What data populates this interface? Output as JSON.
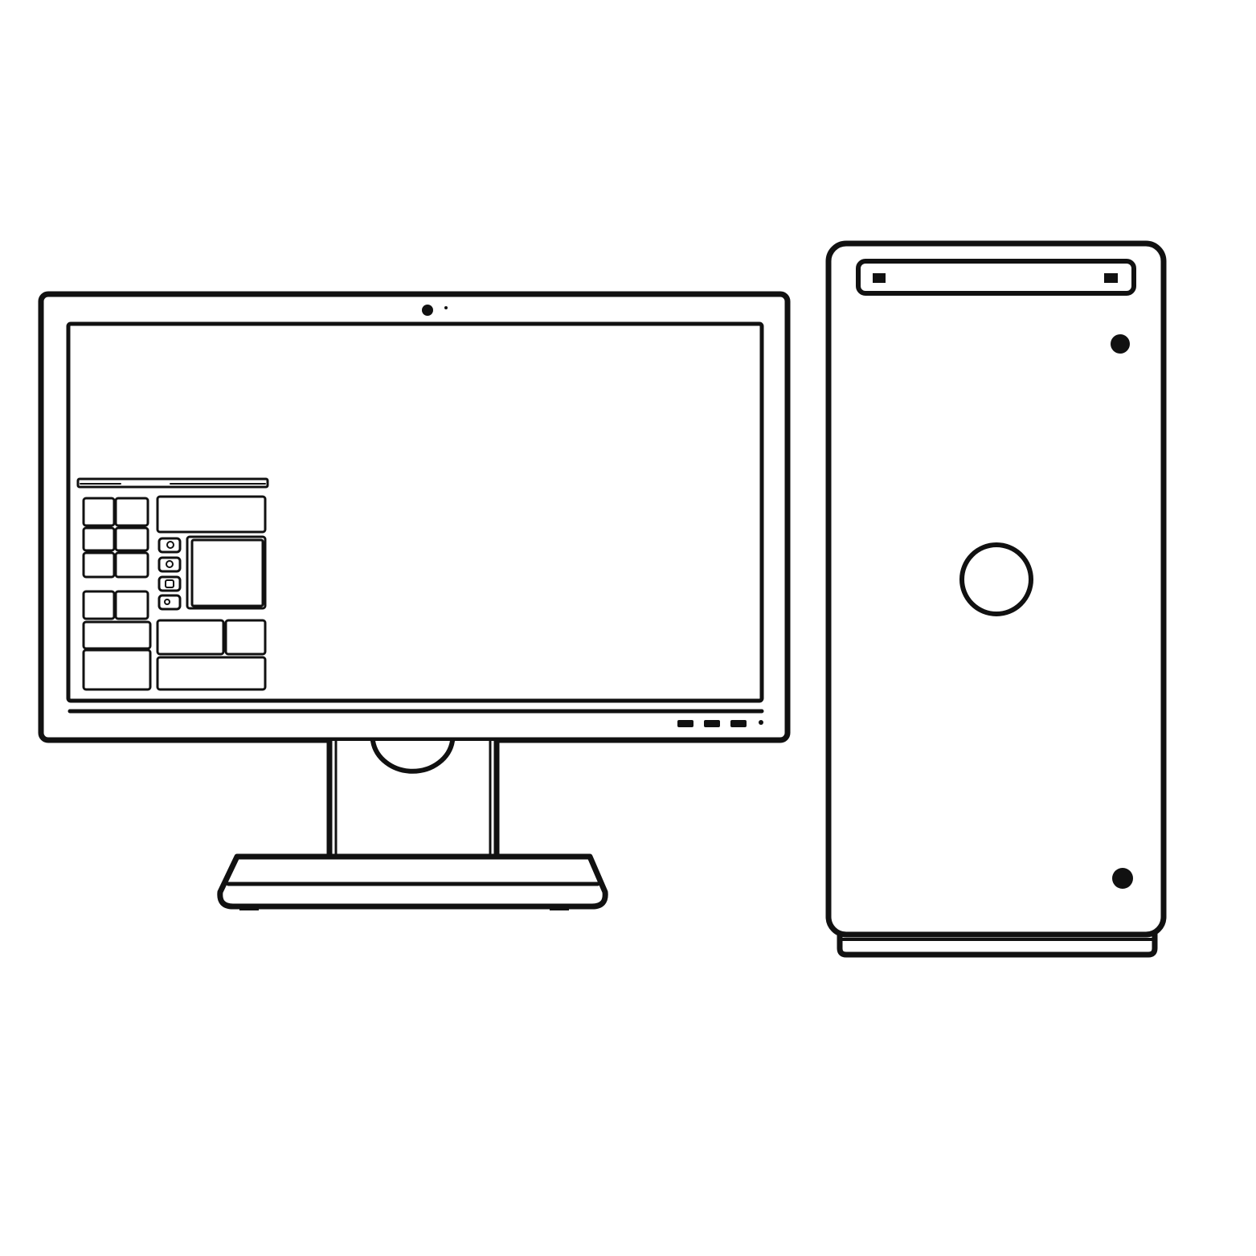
{
  "scene": {
    "stroke_color": "#111111",
    "fill_color": "#ffffff",
    "monitor": {
      "webcam": "webcam-dot",
      "buttons": 3,
      "screen_content": "start-menu-tile-grid"
    },
    "tower": {
      "drive_slot": "optical-drive-slot",
      "power_button": "power-button-circle"
    }
  }
}
